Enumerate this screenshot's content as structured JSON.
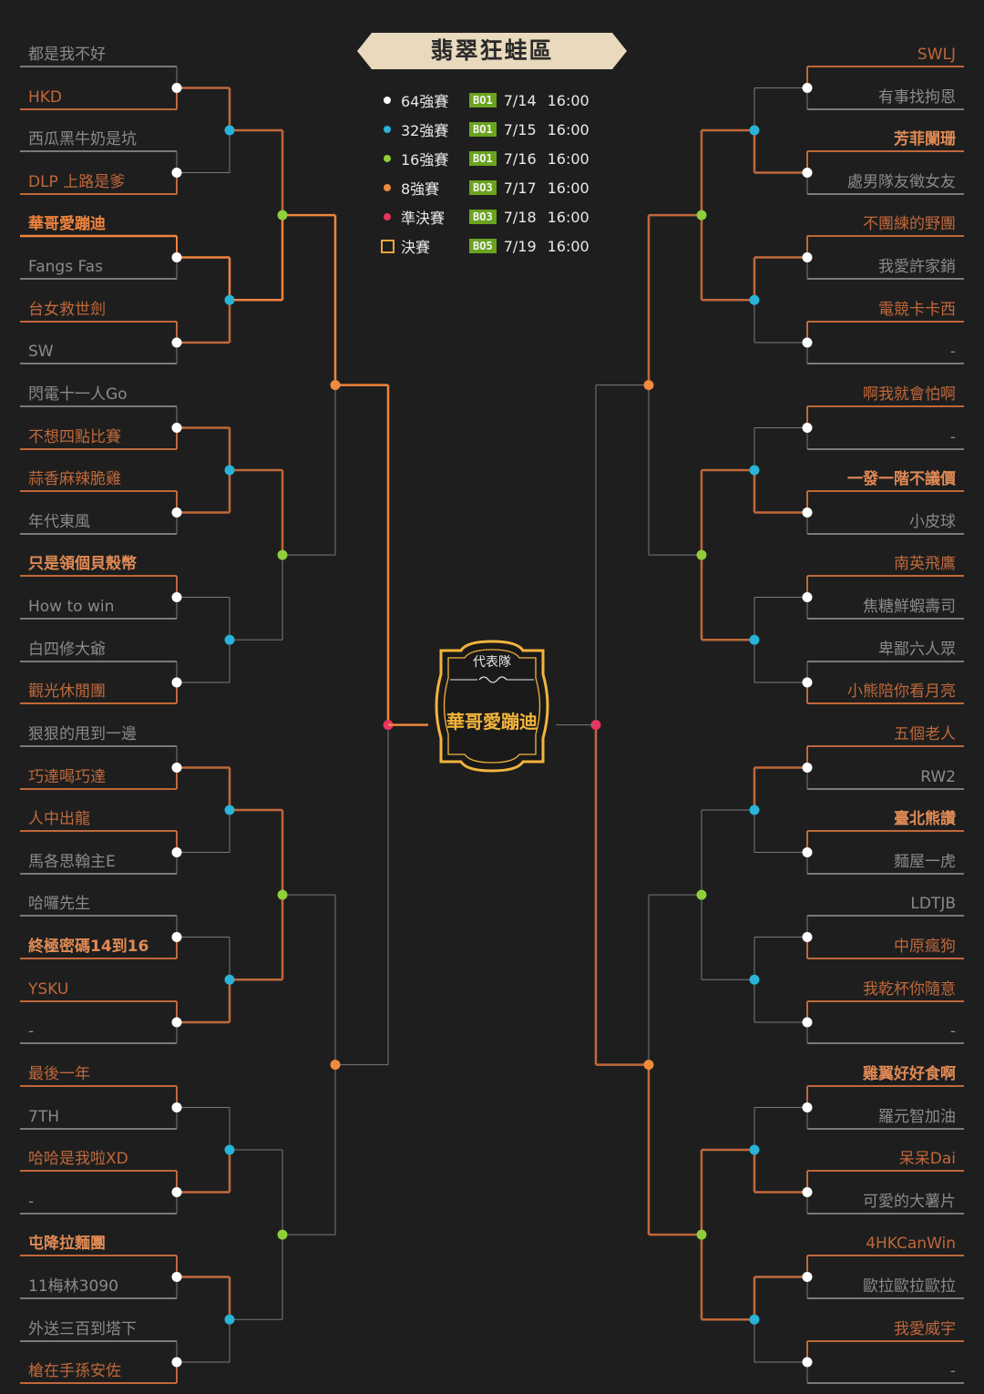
{
  "title": "翡翠狂蛙區",
  "legend": [
    {
      "name": "64強賽",
      "format": "BO1",
      "date": "7/14",
      "time": "16:00",
      "color": "#ffffff",
      "shape": "dot"
    },
    {
      "name": "32強賽",
      "format": "BO1",
      "date": "7/15",
      "time": "16:00",
      "color": "#29b3d8",
      "shape": "dot"
    },
    {
      "name": "16強賽",
      "format": "BO1",
      "date": "7/16",
      "time": "16:00",
      "color": "#8fcf3a",
      "shape": "dot"
    },
    {
      "name": "8強賽",
      "format": "BO3",
      "date": "7/17",
      "time": "16:00",
      "color": "#f08a3c",
      "shape": "dot"
    },
    {
      "name": "準決賽",
      "format": "BO3",
      "date": "7/18",
      "time": "16:00",
      "color": "#e8335e",
      "shape": "dot"
    },
    {
      "name": "決賽",
      "format": "BO5",
      "date": "7/19",
      "time": "16:00",
      "color": "#f0a53a",
      "shape": "square"
    }
  ],
  "champion": {
    "label": "代表隊",
    "team": "華哥愛蹦迪"
  },
  "colors": {
    "background": "#1e1e1e",
    "path": "#c0683a",
    "line": "#7a7a7a",
    "champion_path": "#f0843d"
  },
  "left_teams": [
    {
      "name": "都是我不好",
      "status": "lose"
    },
    {
      "name": "HKD",
      "status": "sub"
    },
    {
      "name": "西瓜黑牛奶是坑",
      "status": "lose"
    },
    {
      "name": "DLP 上路是爹",
      "status": "sub"
    },
    {
      "name": "華哥愛蹦迪",
      "status": "champ"
    },
    {
      "name": "Fangs Fas",
      "status": "lose"
    },
    {
      "name": "台女救世劍",
      "status": "sub"
    },
    {
      "name": "SW",
      "status": "lose"
    },
    {
      "name": "閃電十一人Go",
      "status": "lose"
    },
    {
      "name": "不想四點比賽",
      "status": "sub"
    },
    {
      "name": "蒜香麻辣脆雞",
      "status": "sub"
    },
    {
      "name": "年代東風",
      "status": "lose"
    },
    {
      "name": "只是領個貝殼幣",
      "status": "win"
    },
    {
      "name": "How to win",
      "status": "lose"
    },
    {
      "name": "白四修大爺",
      "status": "lose"
    },
    {
      "name": "觀光休閒團",
      "status": "sub"
    },
    {
      "name": "狠狠的甩到一邊",
      "status": "lose"
    },
    {
      "name": "巧達喝巧達",
      "status": "sub"
    },
    {
      "name": "人中出龍",
      "status": "sub"
    },
    {
      "name": "馬各思翰主E",
      "status": "lose"
    },
    {
      "name": "哈囉先生",
      "status": "lose"
    },
    {
      "name": "終極密碼14到16",
      "status": "win"
    },
    {
      "name": "YSKU",
      "status": "sub"
    },
    {
      "name": "-",
      "status": "lose"
    },
    {
      "name": "最後一年",
      "status": "sub"
    },
    {
      "name": "7TH",
      "status": "lose"
    },
    {
      "name": "哈哈是我啦XD",
      "status": "sub"
    },
    {
      "name": "-",
      "status": "lose"
    },
    {
      "name": "屯降拉麵團",
      "status": "win"
    },
    {
      "name": "11梅林3090",
      "status": "lose"
    },
    {
      "name": "外送三百到塔下",
      "status": "lose"
    },
    {
      "name": "槍在手孫安佐",
      "status": "sub"
    }
  ],
  "right_teams": [
    {
      "name": "SWLJ",
      "status": "sub"
    },
    {
      "name": "有事找拘恩",
      "status": "lose"
    },
    {
      "name": "芳菲闌珊",
      "status": "win"
    },
    {
      "name": "處男隊友徵女友",
      "status": "lose"
    },
    {
      "name": "不團練的野團",
      "status": "sub"
    },
    {
      "name": "我愛許家銷",
      "status": "lose"
    },
    {
      "name": "電競卡卡西",
      "status": "sub"
    },
    {
      "name": "-",
      "status": "lose"
    },
    {
      "name": "啊我就會怕啊",
      "status": "sub"
    },
    {
      "name": "-",
      "status": "lose"
    },
    {
      "name": "一發一階不議價",
      "status": "win"
    },
    {
      "name": "小皮球",
      "status": "lose"
    },
    {
      "name": "南英飛鷹",
      "status": "sub"
    },
    {
      "name": "焦糖鮮蝦壽司",
      "status": "lose"
    },
    {
      "name": "卑鄙六人眾",
      "status": "lose"
    },
    {
      "name": "小熊陪你看月亮",
      "status": "sub"
    },
    {
      "name": "五個老人",
      "status": "sub"
    },
    {
      "name": "RW2",
      "status": "lose"
    },
    {
      "name": "臺北熊讚",
      "status": "win"
    },
    {
      "name": "麵屋一虎",
      "status": "lose"
    },
    {
      "name": "LDTJB",
      "status": "lose"
    },
    {
      "name": "中原瘋狗",
      "status": "sub"
    },
    {
      "name": "我乾杯你隨意",
      "status": "sub"
    },
    {
      "name": "-",
      "status": "lose"
    },
    {
      "name": "雞翼好好食啊",
      "status": "win"
    },
    {
      "name": "羅元智加油",
      "status": "lose"
    },
    {
      "name": "呆呆Dai",
      "status": "sub"
    },
    {
      "name": "可愛的大薯片",
      "status": "lose"
    },
    {
      "name": "4HKCanWin",
      "status": "sub"
    },
    {
      "name": "歐拉歐拉歐拉",
      "status": "lose"
    },
    {
      "name": "我愛威宇",
      "status": "sub"
    },
    {
      "name": "-",
      "status": "lose"
    }
  ]
}
